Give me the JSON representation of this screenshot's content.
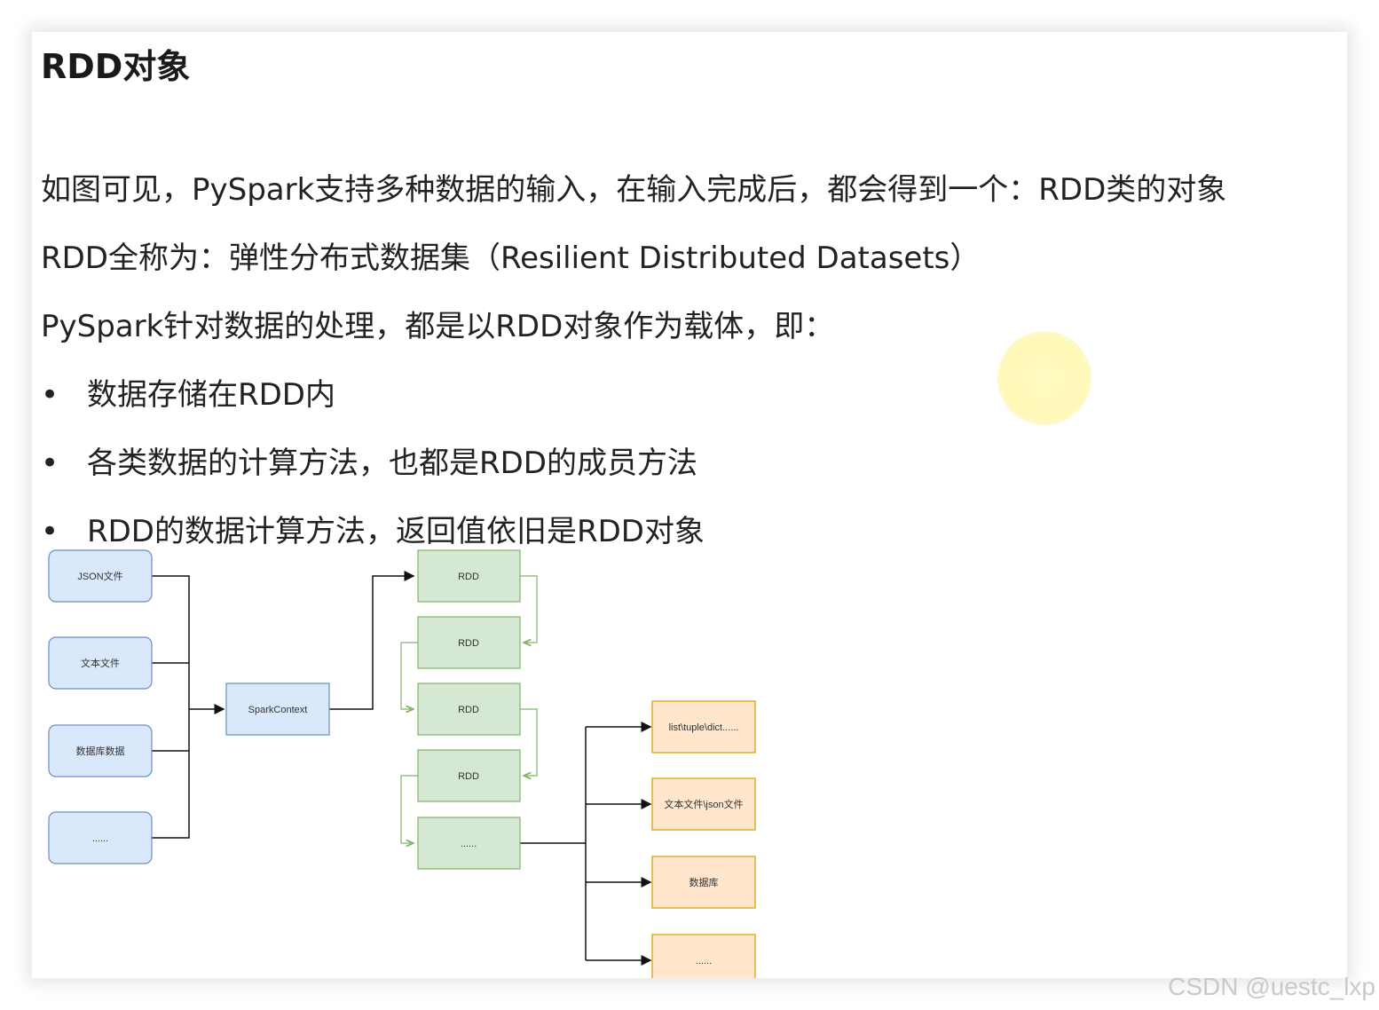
{
  "title": "RDD对象",
  "paragraphs": [
    "如图可见，PySpark支持多种数据的输入，在输入完成后，都会得到一个：RDD类的对象",
    "RDD全称为：弹性分布式数据集（Resilient Distributed Datasets）",
    "PySpark针对数据的处理，都是以RDD对象作为载体，即："
  ],
  "bullets": [
    "数据存储在RDD内",
    "各类数据的计算方法，也都是RDD的成员方法",
    "RDD的数据计算方法，返回值依旧是RDD对象"
  ],
  "bullet_symbol": "•",
  "diagram": {
    "inputs": [
      "JSON文件",
      "文本文件",
      "数据库数据",
      "......"
    ],
    "context": "SparkContext",
    "rdds": [
      "RDD",
      "RDD",
      "RDD",
      "RDD",
      "......"
    ],
    "outputs": [
      "list\\tuple\\dict......",
      "文本文件\\json文件",
      "数据库",
      "......"
    ],
    "colors": {
      "input_fill": "#dae8fc",
      "input_stroke": "#6c8ebf",
      "rdd_fill": "#d5e8d4",
      "rdd_stroke": "#82b366",
      "output_fill": "#ffe6cc",
      "output_stroke": "#d79b00"
    }
  },
  "watermark": "CSDN @uestc_lxp"
}
